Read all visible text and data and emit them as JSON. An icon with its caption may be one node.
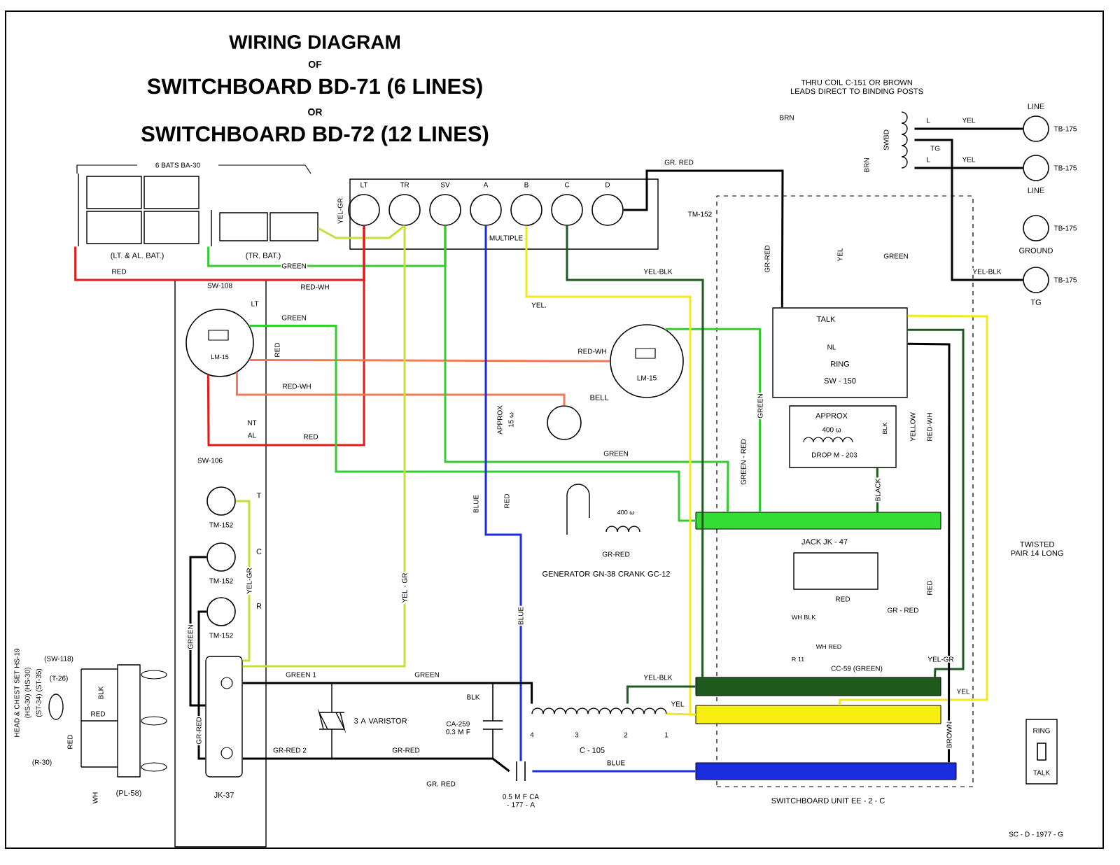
{
  "diagram": {
    "title": "WIRING DIAGRAM",
    "nodes": [
      {
        "text": [
          "(LT. & AL. BAT.)"
        ]
      },
      {
        "text": [
          "(TR. BAT.)"
        ]
      },
      {
        "text": [
          "MULTIPLE"
        ]
      },
      {
        "text": [
          "LT"
        ],
        "in": 2
      },
      {
        "text": [
          "TR"
        ],
        "in": 2
      },
      {
        "text": [
          "SV"
        ],
        "in": 2
      },
      {
        "text": [
          "A"
        ],
        "in": 2
      },
      {
        "text": [
          "B"
        ],
        "in": 2
      },
      {
        "text": [
          "C"
        ],
        "in": 2
      },
      {
        "text": [
          "D"
        ],
        "in": 2
      },
      {
        "text": [
          "LM-15"
        ]
      },
      {
        "text": [
          "T"
        ],
        "beside": [
          "TM-152"
        ]
      },
      {
        "text": [
          "C"
        ],
        "beside": [
          "TM-152"
        ]
      },
      {
        "text": [
          "R"
        ],
        "beside": [
          "TM-152"
        ]
      },
      {
        "text": [
          "JK-37"
        ]
      },
      {
        "text": [
          "(PL-58)"
        ]
      },
      {
        "text": [
          "3 A VARISTOR"
        ]
      },
      {
        "text": [
          "CA-259 0.3 M F"
        ]
      },
      {
        "text": [
          "0.5 M F CA - 177 - A"
        ]
      },
      {
        "text": [
          "C - 105"
        ]
      },
      {
        "text": [
          "LM-15"
        ]
      },
      {
        "text": [
          "BELL"
        ]
      },
      {
        "text": [
          "400 ω",
          "GENERATOR GN-38 CRANK GC-12"
        ]
      },
      {
        "text": [
          "SWITCHBOARD UNIT EE - 2 - C"
        ]
      },
      {
        "text": [
          "TALK",
          "NL",
          "RING",
          "SW - 150"
        ],
        "in": 23
      },
      {
        "text": [
          "APPROX",
          "400 ω",
          "DROP M - 203"
        ],
        "in": 23
      },
      {
        "text": [
          "JACK JK - 47"
        ],
        "in": 23
      },
      {
        "text": [],
        "shape": "bar"
      },
      {
        "text": [],
        "shape": "bar"
      },
      {
        "text": [],
        "shape": "bar"
      },
      {
        "text": [],
        "shape": "bar"
      },
      {
        "text": [
          "SWBD"
        ]
      },
      {
        "text": [
          "LINE"
        ],
        "beside": [
          "TB-175"
        ]
      },
      {
        "text": [
          "LINE"
        ],
        "beside": [
          "TB-175"
        ]
      },
      {
        "text": [
          "GROUND"
        ],
        "beside": [
          "TB-175"
        ]
      },
      {
        "text": [
          "TG"
        ],
        "beside": [
          "TB-175"
        ]
      },
      {
        "text": [
          "RING",
          "TALK"
        ]
      }
    ],
    "edges": [
      {
        "from": 0,
        "to": 3,
        "arrow": "none",
        "label": "RED",
        "color": "#e41a1a"
      },
      {
        "from": 1,
        "to": 5,
        "arrow": "none",
        "label": "GREEN",
        "color": "#33cc33"
      },
      {
        "from": 1,
        "to": 4,
        "arrow": "none",
        "label": "YEL-GR.",
        "color": "#c5e03a"
      },
      {
        "from": 3,
        "to": 10,
        "arrow": "none",
        "label": "RED",
        "color": "#e41a1a"
      },
      {
        "from": 10,
        "to": 20,
        "arrow": "none",
        "label": "RED-WH",
        "color": "#f07a5a"
      },
      {
        "from": 10,
        "to": 21,
        "arrow": "none",
        "label": "RED-WH",
        "color": "#f07a5a"
      },
      {
        "from": 10,
        "to": 27,
        "arrow": "none",
        "label": "GREEN",
        "color": "#33cc33"
      },
      {
        "from": 5,
        "to": 27,
        "arrow": "none",
        "label": "GREEN",
        "color": "#33cc33"
      },
      {
        "from": 20,
        "to": 27,
        "arrow": "none",
        "label": "GREEN",
        "color": "#33cc33"
      },
      {
        "from": 4,
        "to": 14,
        "arrow": "none",
        "label": "YEL - GR",
        "color": "#c5e03a"
      },
      {
        "from": 11,
        "to": 14,
        "arrow": "none",
        "label": "YEL-GR",
        "color": "#c5e03a"
      },
      {
        "from": 6,
        "to": 18,
        "arrow": "none",
        "label": "BLUE",
        "color": "#1a2ee0"
      },
      {
        "from": 7,
        "to": 29,
        "arrow": "none",
        "label": "YEL.",
        "color": "#f2e81a"
      },
      {
        "from": 8,
        "to": 28,
        "arrow": "none",
        "label": "YEL-BLK",
        "color": "#1e5a1e"
      },
      {
        "from": 14,
        "to": 19,
        "arrow": "none",
        "label": "GREEN"
      },
      {
        "from": 19,
        "to": 29,
        "arrow": "none",
        "label": "YEL",
        "color": "#f2e81a"
      },
      {
        "from": 19,
        "to": 28,
        "arrow": "none",
        "label": "YEL-BLK",
        "color": "#1e5a1e"
      },
      {
        "from": 18,
        "to": 30,
        "arrow": "none",
        "label": "BLUE",
        "color": "#1a2ee0"
      },
      {
        "from": 24,
        "to": 29,
        "arrow": "none",
        "label": "YEL",
        "color": "#f2e81a"
      },
      {
        "from": 24,
        "to": 28,
        "arrow": "none",
        "label": "YEL-GR",
        "color": "#1e5a1e"
      },
      {
        "from": 24,
        "to": 30,
        "arrow": "none",
        "label": "BROWN"
      },
      {
        "from": 25,
        "to": 27,
        "arrow": "none",
        "label": "BLACK",
        "color": "#1e5a1e"
      },
      {
        "from": 31,
        "to": 32,
        "arrow": "none",
        "label": "YEL"
      },
      {
        "from": 31,
        "to": 33,
        "arrow": "none",
        "label": "YEL"
      },
      {
        "from": 31,
        "to": 35,
        "arrow": "none",
        "label": "YEL-BLK"
      },
      {
        "from": 9,
        "to": 24,
        "arrow": "none",
        "label": "GR. RED"
      },
      {
        "from": 12,
        "to": 14,
        "arrow": "none",
        "label": "GREEN"
      },
      {
        "from": 13,
        "to": 14,
        "arrow": "none",
        "label": "GR-RED"
      },
      {
        "from": 14,
        "to": 18,
        "arrow": "none",
        "label": "GR-RED"
      }
    ],
    "labels": [
      "OF",
      "SWITCHBOARD BD-71 (6 LINES)",
      "OR",
      "SWITCHBOARD BD-72 (12 LINES)",
      "6 BATS BA-30",
      "THRU COIL C-151 OR BROWN LEADS DIRECT TO BINDING POSTS",
      "BRN",
      "BRN",
      "L",
      "TG",
      "L",
      "GR-RED",
      "YEL",
      "GREEN",
      "BLK",
      "YELLOW",
      "RED-WH",
      "GREEN - RED",
      "RED",
      "GR - RED",
      "WH BLK",
      "WH RED",
      "R 11",
      "CC-59 (GREEN)",
      "RED",
      "TWISTED PAIR 14 LONG",
      "SC - D - 1977 - G",
      "TM-152",
      "SW-108",
      "RED-WH",
      "LT",
      "RED",
      "NT",
      "AL",
      "SW-106",
      "APPROX",
      "15 ω",
      "RED",
      "BLUE",
      "GR-RED",
      "GREEN 1",
      "BLK",
      "4",
      "3",
      "2",
      "1",
      "GR-RED 2",
      "GR. RED",
      "(SW-118)",
      "(T-26)",
      "BLK",
      "RED",
      "RED",
      "(R-30)",
      "WH",
      "HEAD & CHEST SET HS-19",
      "(HS-30) (HS-30)",
      "(ST-34) (ST-35)"
    ]
  }
}
